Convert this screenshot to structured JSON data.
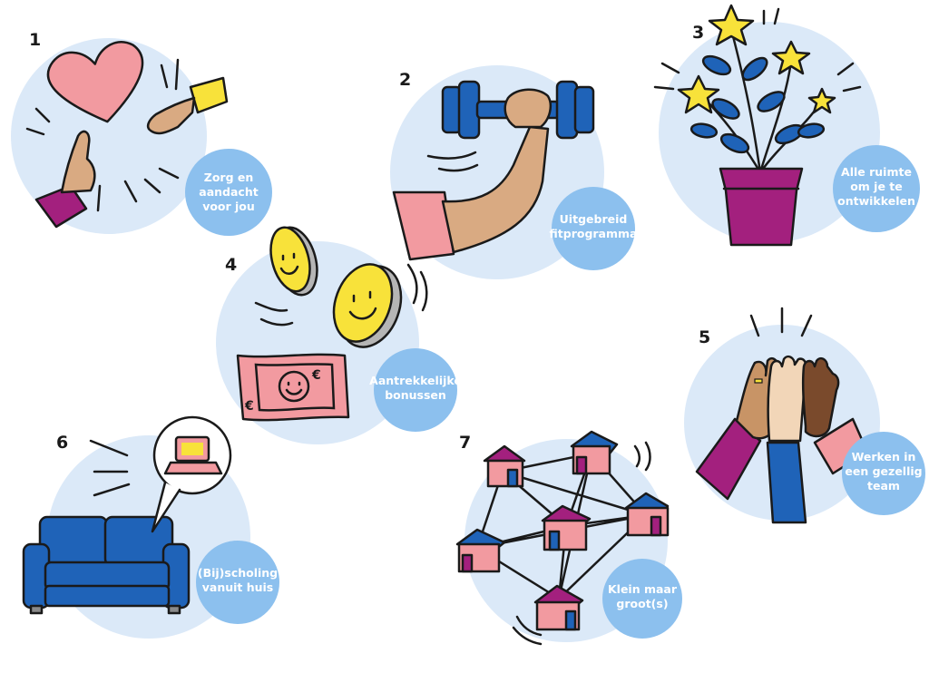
{
  "benefits": [
    {
      "number": "1",
      "label_lines": [
        "Zorg en",
        "aandacht",
        "voor jou"
      ],
      "icon": "heart-hands-icon"
    },
    {
      "number": "2",
      "label_lines": [
        "Uitgebreid",
        "fitprogramma"
      ],
      "icon": "dumbbell-icon"
    },
    {
      "number": "3",
      "label_lines": [
        "Alle ruimte",
        "om je te",
        "ontwikkelen"
      ],
      "icon": "plant-stars-icon"
    },
    {
      "number": "4",
      "label_lines": [
        "Aantrekkelijke",
        "bonussen"
      ],
      "icon": "coins-banknote-icon"
    },
    {
      "number": "5",
      "label_lines": [
        "Werken in",
        "een gezellig",
        "team"
      ],
      "icon": "high-five-icon"
    },
    {
      "number": "6",
      "label_lines": [
        "(Bij)scholing",
        "vanuit huis"
      ],
      "icon": "sofa-laptop-icon"
    },
    {
      "number": "7",
      "label_lines": [
        "Klein maar",
        "groot(s)"
      ],
      "icon": "house-network-icon"
    }
  ],
  "colors": {
    "bubble": "#dbe9f8",
    "label_circle": "#8cc0ee",
    "blue": "#1f63b8",
    "pink": "#f29aa0",
    "purple": "#a3207e",
    "yellow": "#f8e23a",
    "skin": "#d9aa82"
  }
}
